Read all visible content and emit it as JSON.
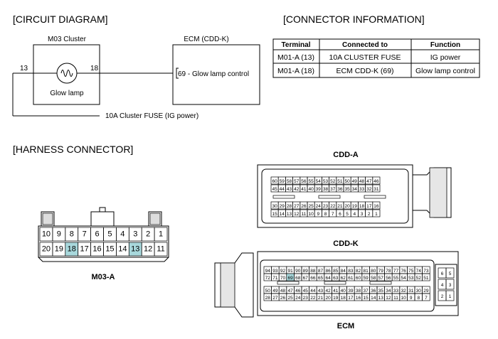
{
  "sections": {
    "circuit": "[CIRCUIT DIAGRAM]",
    "connector": "[CONNECTOR INFORMATION]",
    "harness": "[HARNESS CONNECTOR]"
  },
  "circuit": {
    "cluster_title": "M03 Cluster",
    "pin_left": "13",
    "pin_right": "18",
    "component": "Glow lamp",
    "ecm_title": "ECM (CDD-K)",
    "ecm_pin": "69 - Glow lamp control",
    "fuse": "10A Cluster FUSE (IG power)"
  },
  "table": {
    "headers": [
      "Terminal",
      "Connected to",
      "Function"
    ],
    "rows": [
      [
        "M01-A (13)",
        "10A CLUSTER FUSE",
        "IG power"
      ],
      [
        "M01-A (18)",
        "ECM CDD-K (69)",
        "Glow lamp control"
      ]
    ]
  },
  "m03a": {
    "title": "M03-A",
    "top_row": [
      "10",
      "9",
      "8",
      "7",
      "6",
      "5",
      "4",
      "3",
      "2",
      "1"
    ],
    "bottom_row": [
      "20",
      "19",
      "18",
      "17",
      "16",
      "15",
      "14",
      "13",
      "12",
      "11"
    ],
    "highlight_color": "#a8d8dc"
  },
  "cdda": {
    "title": "CDD-A",
    "row1": [
      "60",
      "59",
      "58",
      "57",
      "56",
      "55",
      "54",
      "53",
      "52",
      "51",
      "50",
      "49",
      "48",
      "47",
      "46"
    ],
    "row2": [
      "45",
      "44",
      "43",
      "42",
      "41",
      "40",
      "39",
      "38",
      "37",
      "36",
      "35",
      "34",
      "33",
      "32",
      "31"
    ],
    "row3": [
      "30",
      "29",
      "28",
      "27",
      "26",
      "25",
      "24",
      "23",
      "22",
      "21",
      "20",
      "19",
      "18",
      "17",
      "16"
    ],
    "row4": [
      "15",
      "14",
      "13",
      "12",
      "11",
      "10",
      "9",
      "8",
      "7",
      "6",
      "5",
      "4",
      "3",
      "2",
      "1"
    ]
  },
  "cddk": {
    "title": "CDD-K",
    "row1": [
      "94",
      "93",
      "92",
      "91",
      "90",
      "89",
      "88",
      "87",
      "86",
      "85",
      "84",
      "83",
      "82",
      "81",
      "80",
      "79",
      "78",
      "77",
      "76",
      "75",
      "74",
      "73"
    ],
    "row2": [
      "72",
      "71",
      "70",
      "69",
      "68",
      "67",
      "66",
      "65",
      "64",
      "63",
      "62",
      "61",
      "60",
      "59",
      "58",
      "57",
      "56",
      "55",
      "54",
      "53",
      "52",
      "51"
    ],
    "row3": [
      "50",
      "49",
      "48",
      "47",
      "46",
      "45",
      "44",
      "43",
      "42",
      "41",
      "40",
      "39",
      "38",
      "37",
      "36",
      "35",
      "34",
      "33",
      "32",
      "31",
      "30",
      "29"
    ],
    "row4": [
      "28",
      "27",
      "26",
      "25",
      "24",
      "23",
      "22",
      "21",
      "20",
      "19",
      "18",
      "17",
      "16",
      "15",
      "14",
      "13",
      "12",
      "11",
      "10",
      "9",
      "8",
      "7"
    ],
    "side": [
      [
        "6",
        "5"
      ],
      [
        "4",
        "3"
      ],
      [
        "2",
        "1"
      ]
    ]
  },
  "ecm_label": "ECM"
}
